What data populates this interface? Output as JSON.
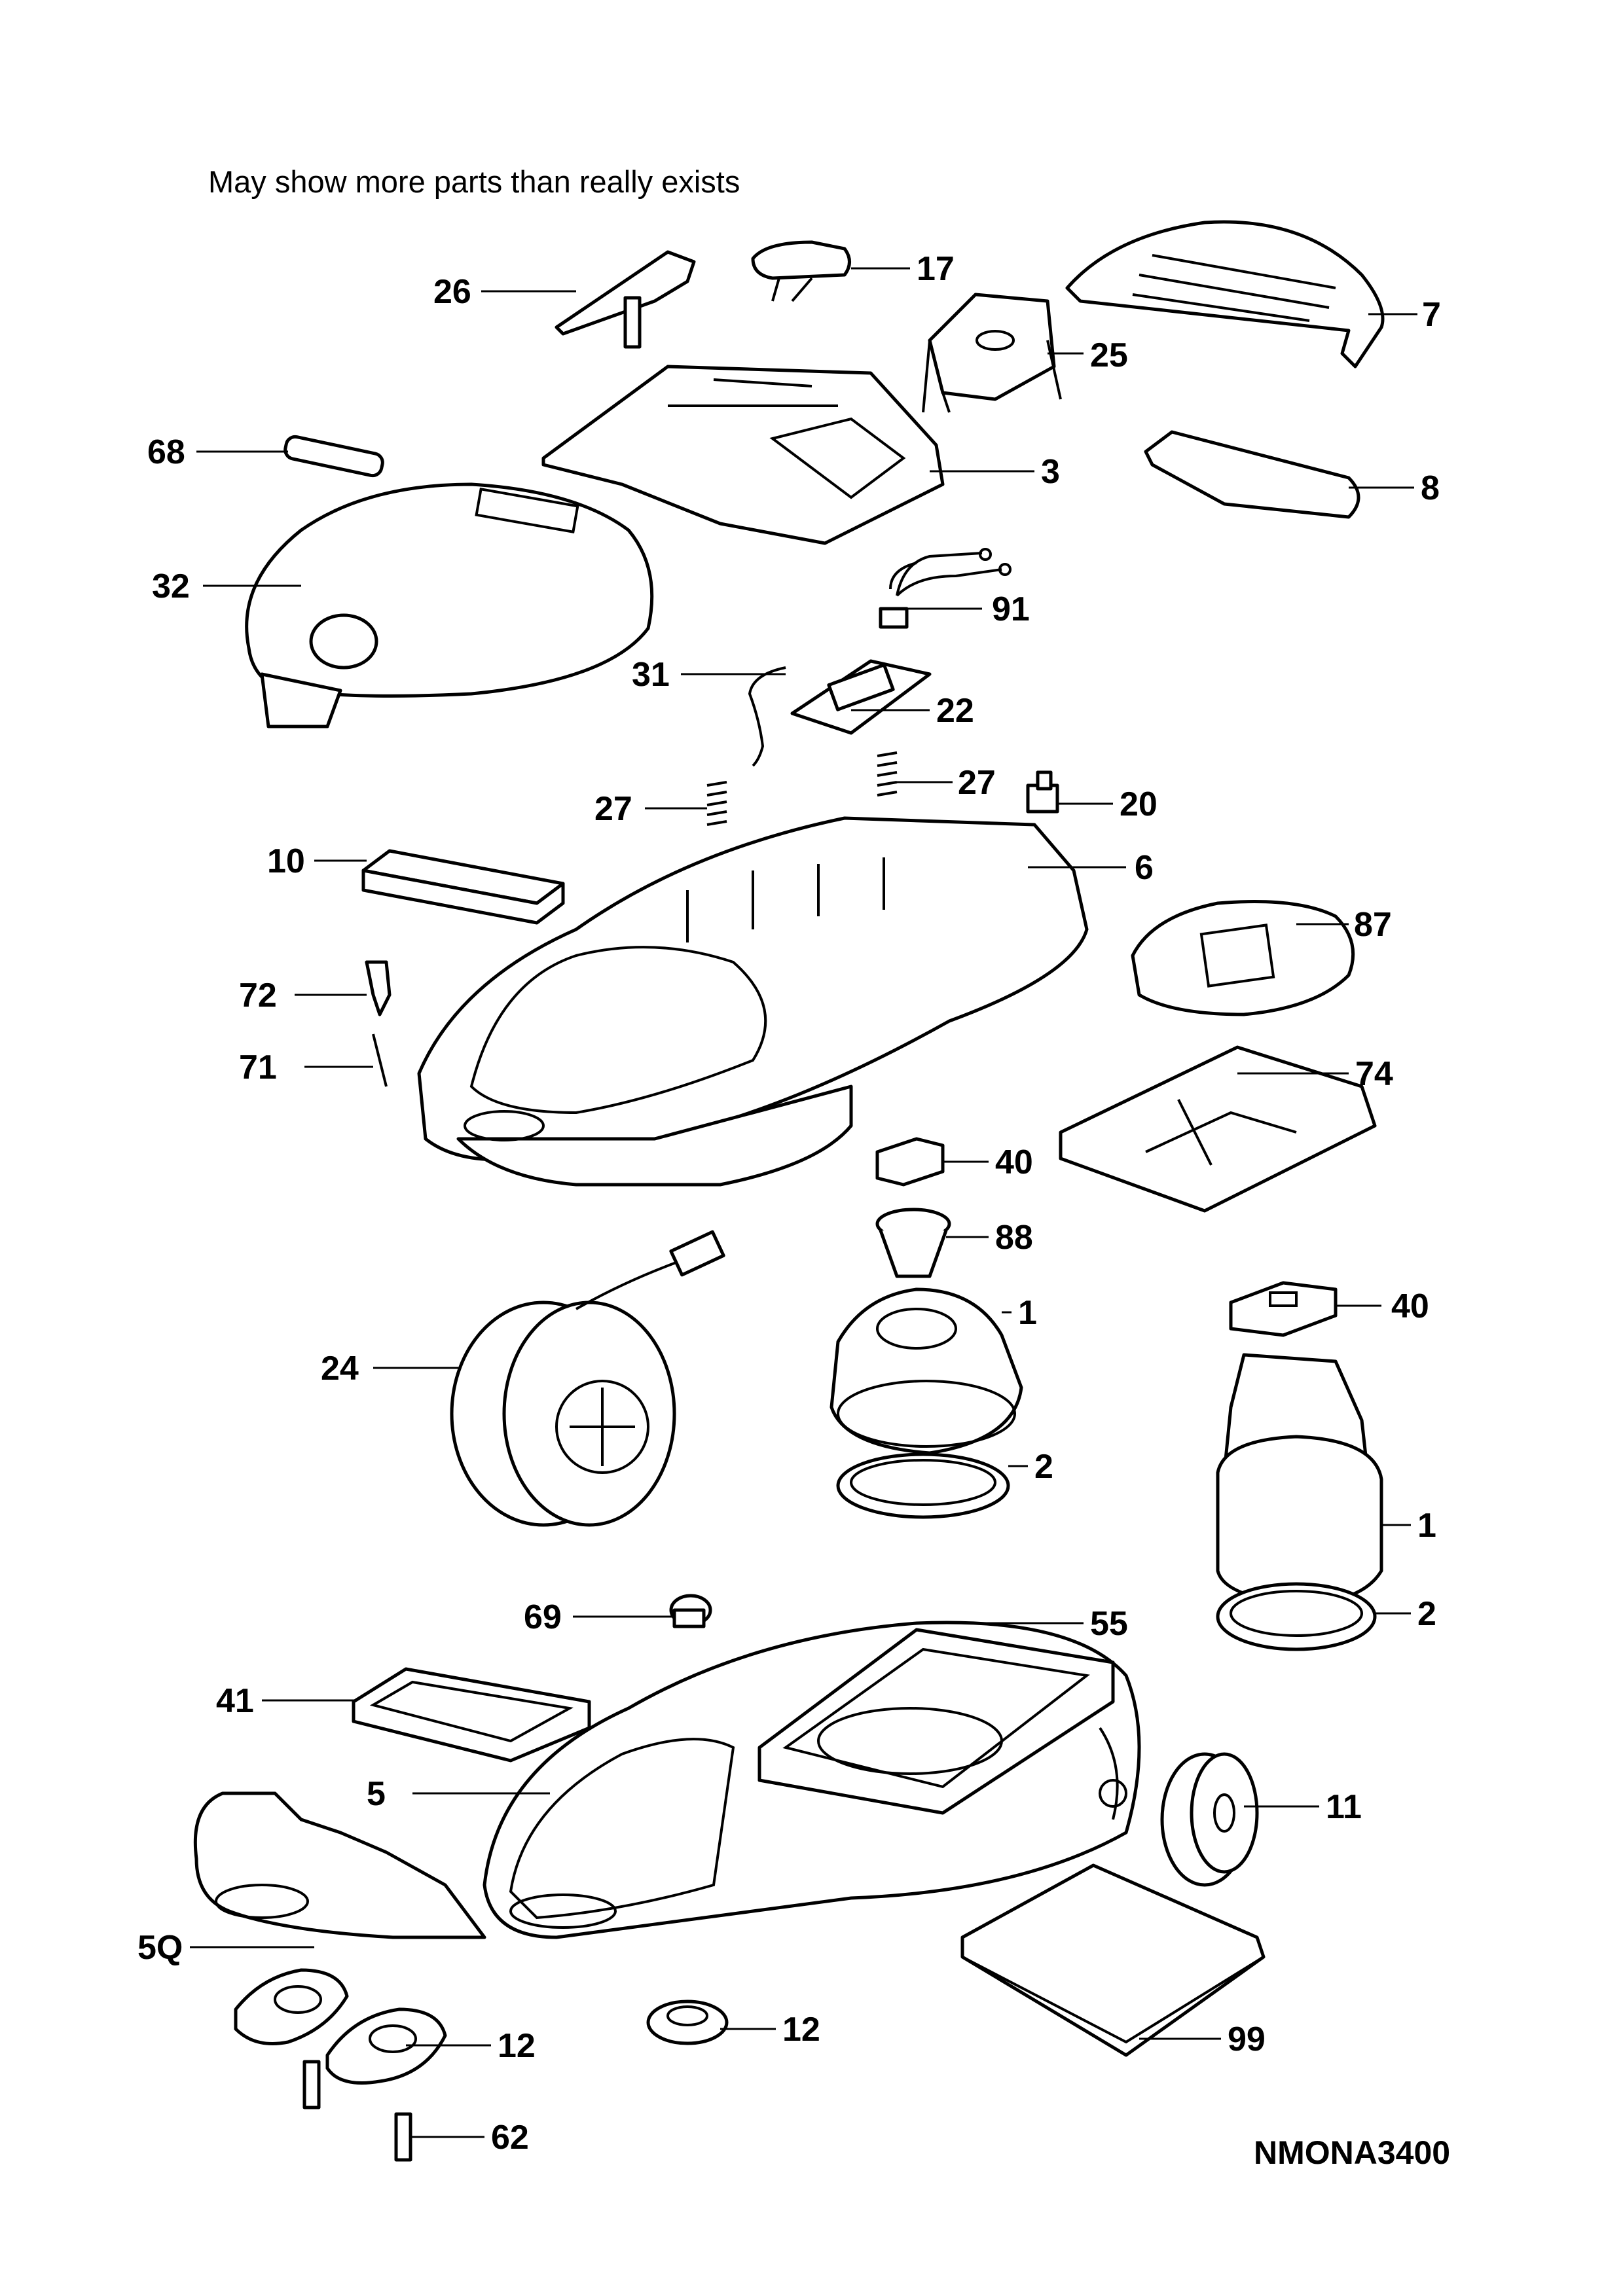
{
  "header": {
    "note": "May show more parts than really exists"
  },
  "footer": {
    "drawing_code": "NMONA3400"
  },
  "callouts": {
    "c26": "26",
    "c17": "17",
    "c7": "7",
    "c25": "25",
    "c68": "68",
    "c3": "3",
    "c8": "8",
    "c32": "32",
    "c91": "91",
    "c31": "31",
    "c22": "22",
    "c27a": "27",
    "c27b": "27",
    "c20": "20",
    "c10": "10",
    "c6": "6",
    "c87": "87",
    "c72": "72",
    "c71": "71",
    "c74": "74",
    "c40a": "40",
    "c88": "88",
    "c1a": "1",
    "c40b": "40",
    "c24": "24",
    "c2a": "2",
    "c1b": "1",
    "c2b": "2",
    "c69": "69",
    "c55": "55",
    "c41": "41",
    "c5": "5",
    "c11": "11",
    "c5q": "5Q",
    "c12a": "12",
    "c12b": "12",
    "c99": "99",
    "c62": "62"
  }
}
